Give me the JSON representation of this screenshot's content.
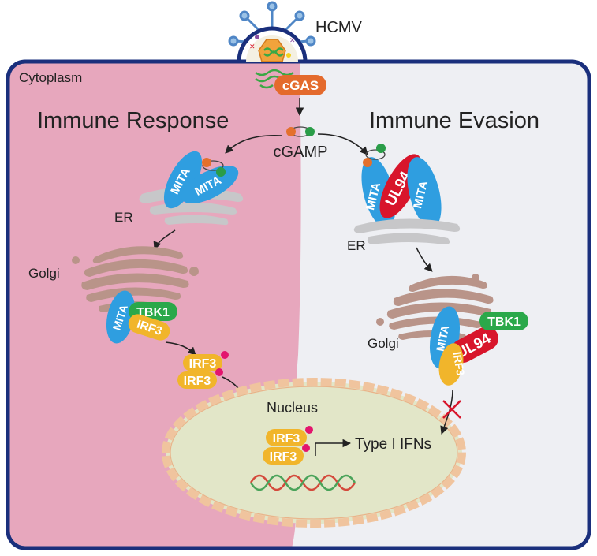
{
  "virus": {
    "label": "HCMV"
  },
  "compartments": {
    "cytoplasm": "Cytoplasm",
    "nucleus": "Nucleus"
  },
  "panels": {
    "left_title": "Immune Response",
    "right_title": "Immune Evasion"
  },
  "molecules": {
    "cgas": "cGAS",
    "cgamp": "cGAMP",
    "mita": "MITA",
    "ul94": "UL94",
    "tbk1": "TBK1",
    "irf3": "IRF3",
    "type1_ifns": "Type I IFNs"
  },
  "organelles": {
    "er": "ER",
    "golgi": "Golgi"
  },
  "colors": {
    "left_bg": "#e7a7bd",
    "right_bg": "#eeeff3",
    "cell_border": "#1a2f7c",
    "mita": "#2f9ee0",
    "ul94": "#d8152b",
    "tbk1": "#2aa84a",
    "irf3": "#f1b52b",
    "cgas": "#e46a2c",
    "nucleus": "#e2e6c8",
    "phospho": "#e3146d"
  }
}
